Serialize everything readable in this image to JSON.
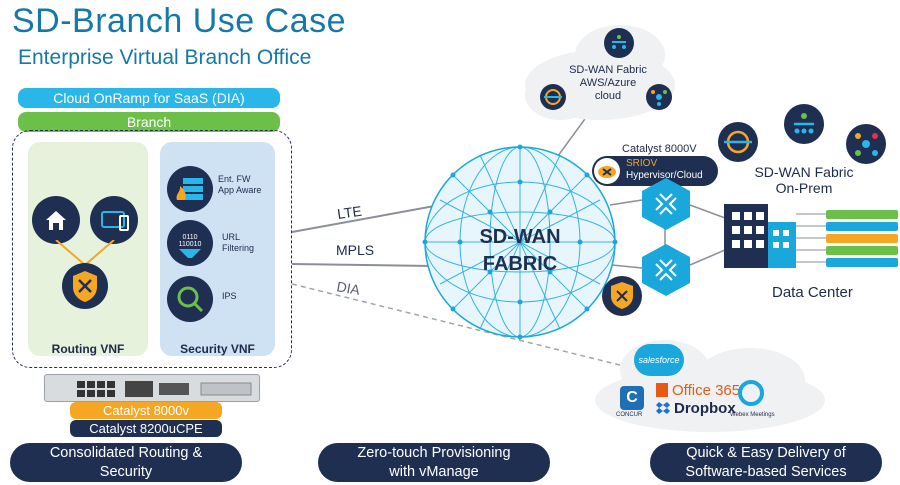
{
  "header": {
    "title": "SD-Branch Use Case",
    "subtitle": "Enterprise Virtual Branch Office"
  },
  "branch": {
    "saas_bar": "Cloud OnRamp for SaaS (DIA)",
    "branch_bar": "Branch",
    "routing_label": "Routing VNF",
    "security_label": "Security VNF",
    "security_items": [
      {
        "label": "Ent. FW\nApp Aware"
      },
      {
        "label": "URL\nFiltering"
      },
      {
        "label": "IPS"
      }
    ],
    "catalyst_8000v": "Catalyst 8000v",
    "catalyst_8200": "Catalyst 8200uCPE"
  },
  "links": {
    "lte": "LTE",
    "mpls": "MPLS",
    "dia": "DIA"
  },
  "fabric": {
    "line1": "SD-WAN",
    "line2": "FABRIC"
  },
  "cloud_fabric": {
    "line1": "SD-WAN Fabric",
    "line2": "AWS/Azure",
    "line3": "cloud"
  },
  "catalyst_cloud": {
    "title": "Catalyst 8000V",
    "sriov": "SRIOV",
    "hypervisor": "Hypervisor/Cloud"
  },
  "onprem": {
    "line1": "SD-WAN Fabric",
    "line2": "On-Prem"
  },
  "datacenter": {
    "label": "Data Center"
  },
  "saas": {
    "salesforce": "salesforce",
    "office": "Office 365",
    "dropbox": "Dropbox",
    "concur": "CONCUR",
    "webex": "Webex Meetings"
  },
  "footer": {
    "left": "Consolidated Routing &\nSecurity",
    "middle": "Zero-touch Provisioning\nwith vManage",
    "right": "Quick & Easy Delivery of\nSoftware-based Services"
  },
  "colors": {
    "accent_blue": "#1479a8",
    "saas_bar": "#29b6e8",
    "branch_bar": "#6cc04a",
    "navy": "#1e2f52",
    "orange": "#f5a623",
    "fabric_blue": "#1aa7dc"
  }
}
